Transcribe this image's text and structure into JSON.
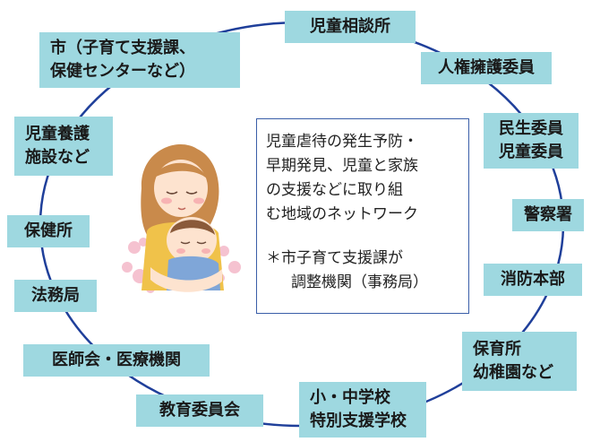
{
  "colors": {
    "ring": "#1f3f9a",
    "box_fill": "#9ed8e0",
    "center_border": "#3a5ea8"
  },
  "nodes": {
    "jidou_soudanjo": [
      "児童相談所"
    ],
    "jinken_yougo_iin": [
      "人権擁護委員"
    ],
    "minsei_iin": [
      "民生委員",
      "児童委員"
    ],
    "keisatsusho": [
      "警察署"
    ],
    "shoubou_honbu": [
      "消防本部"
    ],
    "hoikusho": [
      "保育所",
      "幼稚園など"
    ],
    "shougakkou": [
      "小・中学校",
      "特別支援学校"
    ],
    "kyouiku_iinkai": [
      "教育委員会"
    ],
    "ishikai": [
      "医師会・医療機関"
    ],
    "houmukyoku": [
      "法務局"
    ],
    "hokenjo": [
      "保健所"
    ],
    "jidou_yougo_shisetsu": [
      "児童養護",
      "施設など"
    ],
    "shi": [
      "市（子育て支援課、",
      "保健センターなど）"
    ]
  },
  "center": {
    "lines": [
      "児童虐待の発生予防・",
      "早期発見、児童と家族",
      "の支援などに取り組",
      "む地域のネットワーク"
    ],
    "note_lines": [
      "＊市子育て支援課が",
      "調整機関（事務局）"
    ]
  },
  "illustration": {
    "icon": "mother-and-baby-icon"
  }
}
